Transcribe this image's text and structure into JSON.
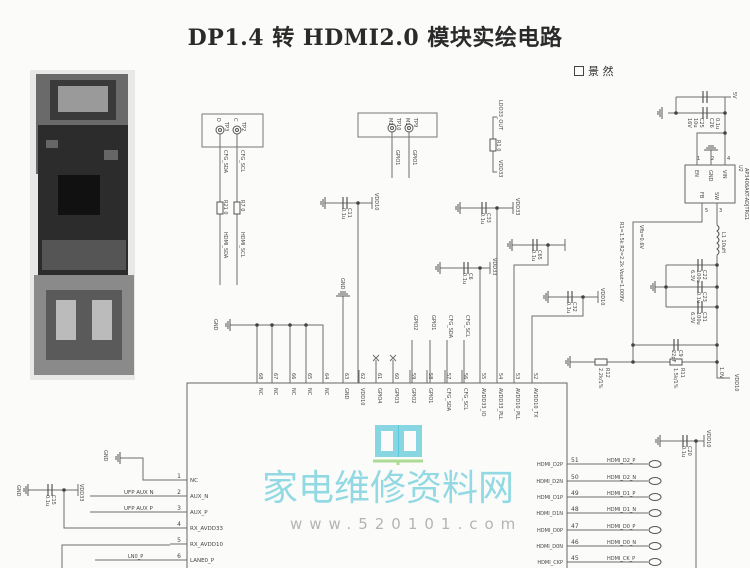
{
  "title": "DP1.4 转 HDMI2.0 模块实绘电路",
  "author": "景 然",
  "watermark": {
    "name": "家电维修资料网",
    "url": "www.520101.com"
  },
  "labels": {
    "tp_d": "D",
    "tp_c": "C",
    "tp3": "TP3",
    "tp2": "TP2",
    "cfg_sda": "CFG_SDA",
    "cfg_scl": "CFG_SCL",
    "r21": "R21 0",
    "r7": "R7 0",
    "hdmi_sda": "HDMI_SDA",
    "hdmi_scl": "HDMI_SCL",
    "tp_m2": "M2",
    "tp_m1": "M1",
    "tp10": "TP10",
    "tp9": "TP9",
    "gp_a": "GPIO1",
    "gp_b": "GPIO1",
    "ldo33_out": "LDO33_OUT",
    "r1": "R1 0",
    "vdd33_a": "VDD33",
    "c11": "C11",
    "c11v": "0.1u",
    "vdd10_a": "VDD10",
    "c33": "C33",
    "c33v": "0.1u",
    "vdd33_b": "VDD33",
    "c6": "C6",
    "c6v": "0.1u",
    "vdd33_c": "VDD33",
    "c65": "C65",
    "c65v": "0.1u",
    "c32": "C32",
    "c32v": "0.1u",
    "vdd10_b": "VDD10",
    "gnd_a": "GND",
    "gnd_b": "GND",
    "net59": "GPIO2",
    "net58": "GPIO1",
    "net57": "CFG_SDA",
    "net56": "CFG_SCL",
    "v5": "5V",
    "c25": "C25",
    "c25v": "10u",
    "c25r": "16V",
    "c26": "C26",
    "c26v": "0.1u",
    "u2": "U2",
    "u2part": "AP3406AKT-ADJTRG1",
    "u2_en": "EN",
    "u2_gnd": "GND",
    "u2_vin": "VIN",
    "u2_fb": "FB",
    "u2_sw": "SW",
    "u2_p1": "1",
    "u2_p2": "2",
    "u2_p4": "4",
    "u2_p5": "5",
    "u2_p3": "3",
    "l1": "L1 10uH",
    "c22": "C22",
    "c22v": "100u",
    "c22r": "6.3V",
    "c23": "C23",
    "c23v": "0.1u",
    "c31": "C31",
    "c31v": "100u",
    "c31r": "6.3V",
    "vfb": "Vfb=0.6V",
    "formula": "R1=1.5k R2=2.2k Vout=1.009V",
    "c9": "C9",
    "c9v": "22pF",
    "r11": "R11",
    "r11v": "1.5k/1%",
    "r12": "R12",
    "r12v": "2.2k/1%",
    "v10": "1.0V",
    "vdd10_c": "VDD10",
    "gnd_c": "GND",
    "ufp_n": "UFP AUX N",
    "ufp_p": "UFP AUX P",
    "c15": "C15",
    "c15v": "0.1u",
    "gnd_d": "GND",
    "vdd33_d": "VDD33",
    "ln0": "LN0_P",
    "c20": "C20",
    "c20v": "0.1u",
    "vdd10_d": "VDD10"
  },
  "chip": {
    "top_pins": [
      {
        "num": "68",
        "name": "NC"
      },
      {
        "num": "67",
        "name": "NC"
      },
      {
        "num": "66",
        "name": "NC"
      },
      {
        "num": "65",
        "name": "NC"
      },
      {
        "num": "64",
        "name": "NC"
      },
      {
        "num": "63",
        "name": "GND"
      },
      {
        "num": "62",
        "name": "VDD10"
      },
      {
        "num": "61",
        "name": "GPIO4"
      },
      {
        "num": "60",
        "name": "GPIO3"
      },
      {
        "num": "59",
        "name": "GPIO2"
      },
      {
        "num": "58",
        "name": "GPIO1"
      },
      {
        "num": "57",
        "name": "CFG_SDA"
      },
      {
        "num": "56",
        "name": "CFG_SCL"
      },
      {
        "num": "55",
        "name": "AVDD33_IO"
      },
      {
        "num": "54",
        "name": "AVDD33_PLL"
      },
      {
        "num": "53",
        "name": "AVDD10_PLL"
      },
      {
        "num": "52",
        "name": "AVDD10_TX"
      }
    ],
    "left_pins": [
      {
        "num": "1",
        "name": "NC"
      },
      {
        "num": "2",
        "name": "AUX_N"
      },
      {
        "num": "3",
        "name": "AUX_P"
      },
      {
        "num": "4",
        "name": "RX_AVDD33"
      },
      {
        "num": "5",
        "name": "RX_AVDD10"
      },
      {
        "num": "6",
        "name": "LANE0_P"
      }
    ],
    "right_pins": [
      {
        "num": "51",
        "name": "HDMI_D2P",
        "net": "HDMI_D2_P"
      },
      {
        "num": "50",
        "name": "HDMI_D2N",
        "net": "HDMI_D2_N"
      },
      {
        "num": "49",
        "name": "HDMI_D1P",
        "net": "HDMI_D1_P"
      },
      {
        "num": "48",
        "name": "HDMI_D1N",
        "net": "HDMI_D1_N"
      },
      {
        "num": "47",
        "name": "HDMI_D0P",
        "net": "HDMI_D0_P"
      },
      {
        "num": "46",
        "name": "HDMI_D0N",
        "net": "HDMI_D0_N"
      },
      {
        "num": "45",
        "name": "HDMI_CKP",
        "net": "HDMI_CK_P"
      }
    ]
  }
}
